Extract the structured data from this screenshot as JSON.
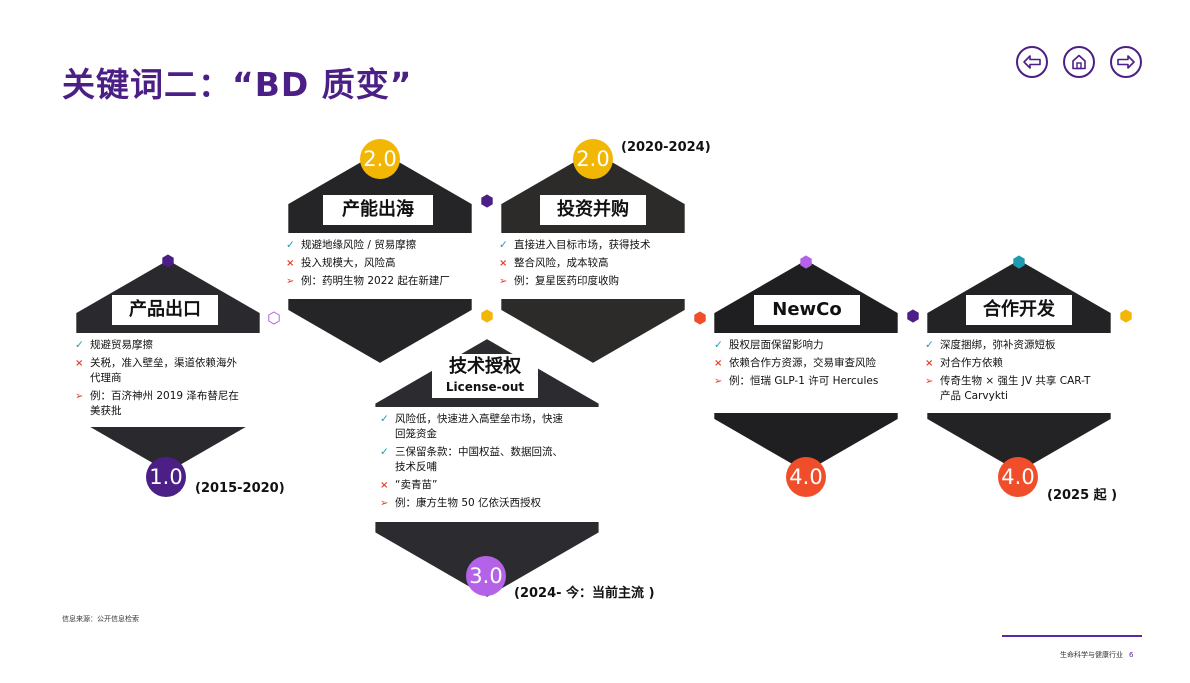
{
  "title": "关键词二：“BD 质变”",
  "nav": {
    "back_icon": "arrow-left-icon",
    "home_icon": "home-icon",
    "forward_icon": "arrow-right-icon",
    "color": "#4b1f85"
  },
  "colors": {
    "accent_purple": "#4b1f85",
    "badge_yellow": "#f2b705",
    "badge_purple": "#4b1f85",
    "badge_violet": "#b463e8",
    "badge_red": "#f04e2a",
    "check": "#1f9bb0",
    "cross": "#e8402a"
  },
  "hexes": {
    "export": {
      "label": "产品出口",
      "badge": "1.0",
      "period": "(2015-2020)",
      "items": [
        {
          "mark": "check",
          "text": "规避贸易摩擦"
        },
        {
          "mark": "cross",
          "text": "关税，准入壁垒，渠道依赖海外\n代理商"
        },
        {
          "mark": "arrow",
          "text": "例：百济神州 2019 泽布替尼在\n美获批"
        }
      ]
    },
    "capacity": {
      "label": "产能出海",
      "badge": "2.0",
      "items": [
        {
          "mark": "check",
          "text": "规避地缘风险 / 贸易摩擦"
        },
        {
          "mark": "cross",
          "text": "投入规模大，风险高"
        },
        {
          "mark": "arrow",
          "text": "例：药明生物 2022 起在新建厂"
        }
      ]
    },
    "mna": {
      "label": "投资并购",
      "badge": "2.0",
      "period": "(2020-2024)",
      "items": [
        {
          "mark": "check",
          "text": "直接进入目标市场，获得技术"
        },
        {
          "mark": "cross",
          "text": "整合风险，成本较高"
        },
        {
          "mark": "arrow",
          "text": "例：复星医药印度收购"
        }
      ]
    },
    "license": {
      "label": "技术授权",
      "sublabel": "License-out",
      "badge": "3.0",
      "period": "(2024- 今：当前主流 )",
      "items": [
        {
          "mark": "check",
          "text": "风险低，快速进入高壁垒市场，快速\n回笼资金"
        },
        {
          "mark": "check",
          "text": "三保留条款：中国权益、数据回流、\n技术反哺"
        },
        {
          "mark": "cross",
          "text": "“卖青苗”"
        },
        {
          "mark": "arrow",
          "text": "例：康方生物 50 亿依沃西授权"
        }
      ]
    },
    "newco": {
      "label": "NewCo",
      "badge": "4.0",
      "items": [
        {
          "mark": "check",
          "text": "股权层面保留影响力"
        },
        {
          "mark": "cross",
          "text": "依赖合作方资源，交易审查风险"
        },
        {
          "mark": "arrow",
          "text": "例：恒瑞 GLP-1 许可 Hercules"
        }
      ]
    },
    "codev": {
      "label": "合作开发",
      "badge": "4.0",
      "period": "(2025 起 )",
      "items": [
        {
          "mark": "check",
          "text": "深度捆绑，弥补资源短板"
        },
        {
          "mark": "cross",
          "text": "对合作方依赖"
        },
        {
          "mark": "arrow",
          "text": "传奇生物 × 强生 JV 共享 CAR-T\n产品 Carvykti"
        }
      ]
    }
  },
  "source": "信息来源：公开信息检索",
  "footer": {
    "text": "生命科学与健康行业",
    "page": "6"
  }
}
